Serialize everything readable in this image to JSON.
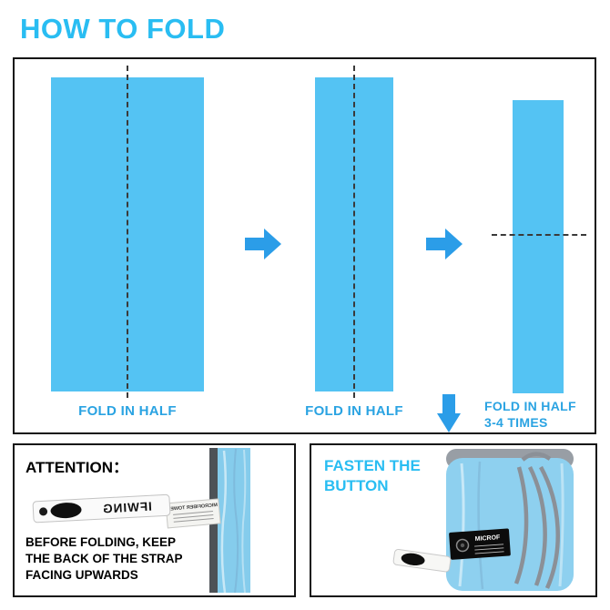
{
  "page": {
    "title": "HOW TO FOLD"
  },
  "colors": {
    "accent": "#29bdf2",
    "towel": "#54c3f3",
    "arrow": "#2b9de8",
    "label": "#2aa3e2"
  },
  "diagram": {
    "steps": [
      {
        "label": "FOLD IN HALF"
      },
      {
        "label": "FOLD IN HALF"
      },
      {
        "label": "FOLD IN HALF",
        "sublabel": "3-4 TIMES"
      }
    ]
  },
  "attention": {
    "title": "ATTENTION：",
    "note_lines": [
      "BEFORE FOLDING, KEEP",
      "THE BACK OF THE STRAP",
      "FACING UPWARDS"
    ],
    "strap_brand": "IFWING",
    "tag_text": "MICROFIBER TOWEL"
  },
  "fasten": {
    "title_lines": [
      "FASTEN THE",
      "BUTTON"
    ],
    "tag_text": "MICROF"
  }
}
